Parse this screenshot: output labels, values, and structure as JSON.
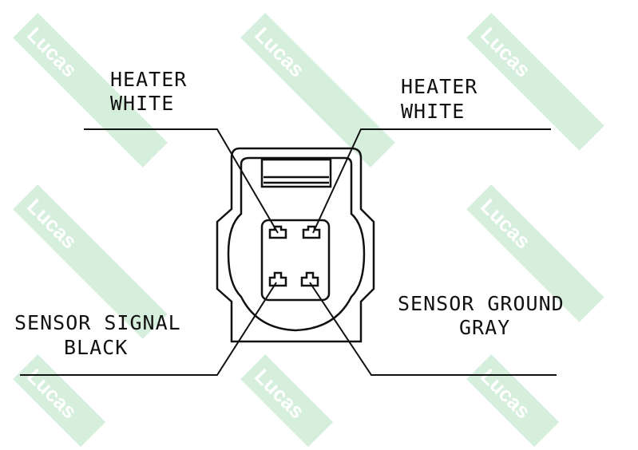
{
  "watermark": "Lucas",
  "colors": {
    "watermark": "#d6efdd",
    "line": "#111111"
  },
  "labels": {
    "heater_left": {
      "line1": "HEATER",
      "line2": "WHITE"
    },
    "heater_right": {
      "line1": "HEATER",
      "line2": "WHITE"
    },
    "sensor_signal": {
      "line1": "SENSOR SIGNAL",
      "line2": "BLACK"
    },
    "sensor_ground": {
      "line1": "SENSOR GROUND",
      "line2": "GRAY"
    }
  }
}
